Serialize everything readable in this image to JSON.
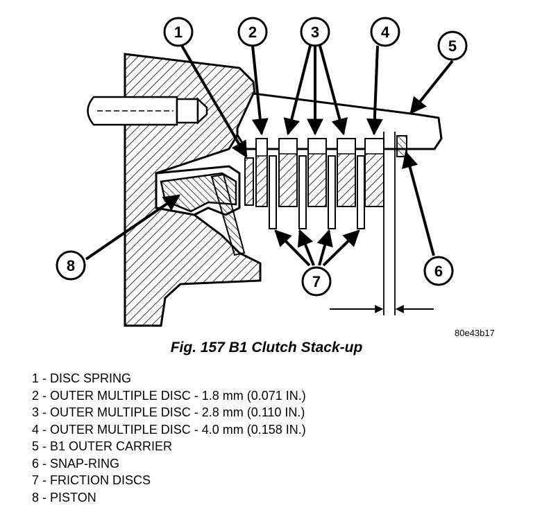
{
  "figure_code": "80e43b17",
  "caption": "Fig. 157 B1 Clutch Stack-up",
  "callouts": {
    "c1": "1",
    "c2": "2",
    "c3": "3",
    "c4": "4",
    "c5": "5",
    "c6": "6",
    "c7": "7",
    "c8": "8"
  },
  "legend": [
    "1 - DISC SPRING",
    "2 - OUTER MULTIPLE DISC - 1.8 mm (0.071 IN.)",
    "3 - OUTER MULTIPLE DISC - 2.8 mm (0.110 IN.)",
    "4 - OUTER MULTIPLE DISC - 4.0 mm (0.158 IN.)",
    "5 - B1 OUTER CARRIER",
    "6 - SNAP-RING",
    "7 - FRICTION DISCS",
    "8 - PISTON"
  ],
  "colors": {
    "line": "#000000",
    "background": "#ffffff"
  }
}
